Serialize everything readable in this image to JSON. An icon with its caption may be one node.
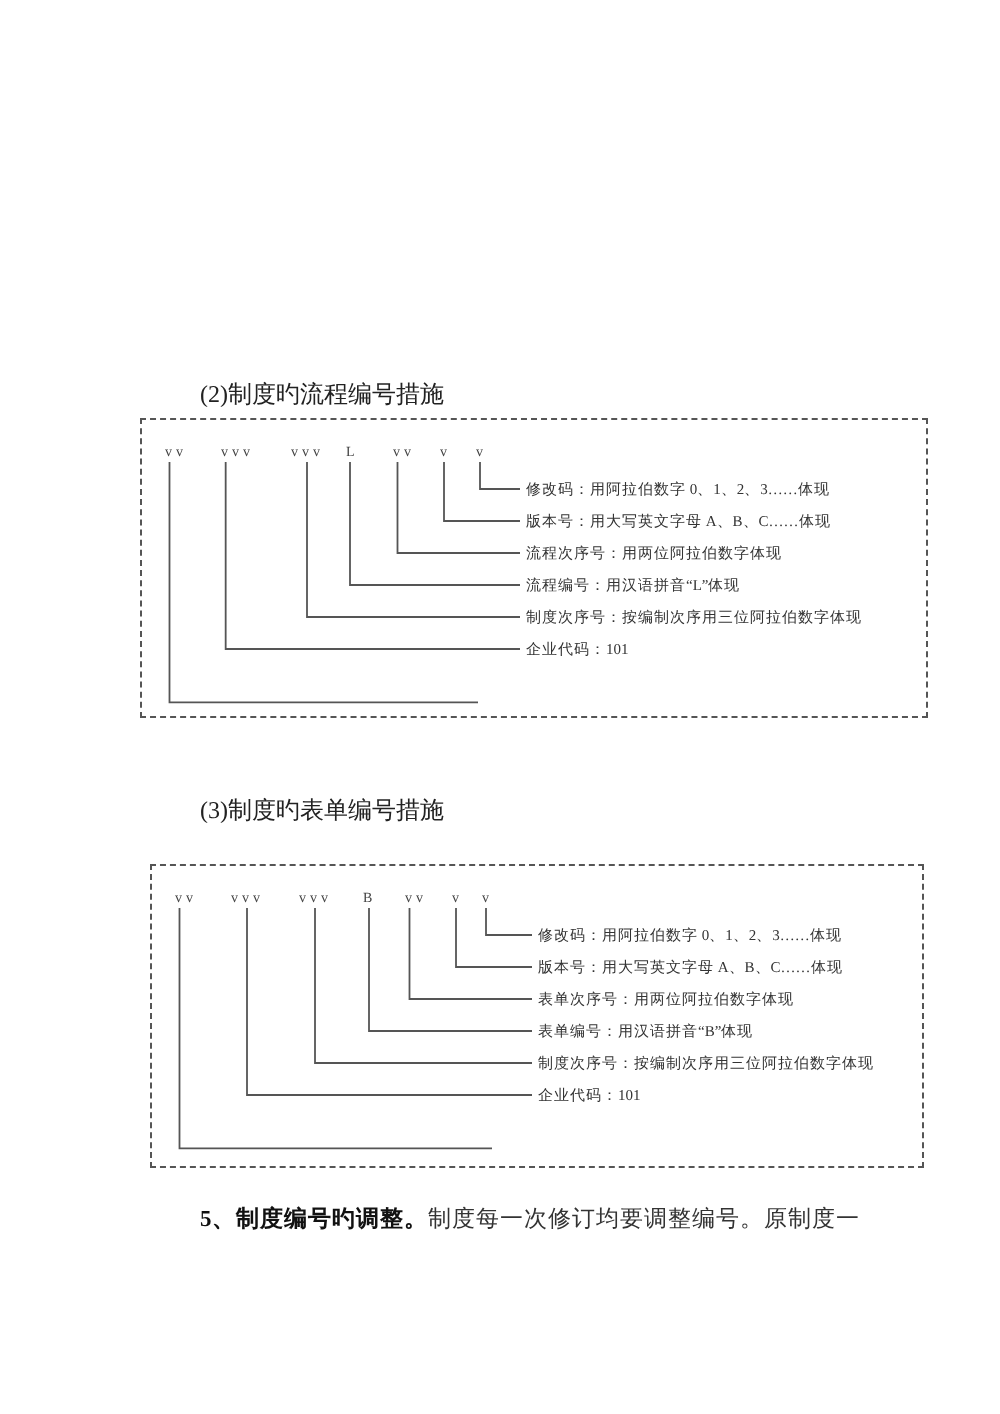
{
  "diagram": {
    "nodes": [
      {
        "text": [
          "(2)制度旳流程编号措施"
        ]
      },
      {
        "text": [
          "vv"
        ],
        "in": 0
      },
      {
        "text": [
          "vvv"
        ],
        "in": 0
      },
      {
        "text": [
          "vvv"
        ],
        "in": 0
      },
      {
        "text": [
          "L"
        ],
        "in": 0
      },
      {
        "text": [
          "vv"
        ],
        "in": 0
      },
      {
        "text": [
          "v"
        ],
        "in": 0
      },
      {
        "text": [
          "v"
        ],
        "in": 0
      },
      {
        "text": [
          "修改码：用阿拉伯数字 0、1、2、3……体现"
        ],
        "in": 0
      },
      {
        "text": [
          "版本号：用大写英文字母 A、B、C……体现"
        ],
        "in": 0
      },
      {
        "text": [
          "流程次序号：用两位阿拉伯数字体现"
        ],
        "in": 0
      },
      {
        "text": [
          "流程编号：用汉语拼音“L”体现"
        ],
        "in": 0
      },
      {
        "text": [
          "制度次序号：按编制次序用三位阿拉伯数字体现"
        ],
        "in": 0
      },
      {
        "text": [
          "企业代码：101"
        ],
        "in": 0
      },
      {
        "text": [
          "(3)制度旳表单编号措施"
        ]
      },
      {
        "text": [
          "vv"
        ],
        "in": 14
      },
      {
        "text": [
          "vvv"
        ],
        "in": 14
      },
      {
        "text": [
          "vvv"
        ],
        "in": 14
      },
      {
        "text": [
          "B"
        ],
        "in": 14
      },
      {
        "text": [
          "vv"
        ],
        "in": 14
      },
      {
        "text": [
          "v"
        ],
        "in": 14
      },
      {
        "text": [
          "v"
        ],
        "in": 14
      },
      {
        "text": [
          "修改码：用阿拉伯数字 0、1、2、3……体现"
        ],
        "in": 14
      },
      {
        "text": [
          "版本号：用大写英文字母 A、B、C……体现"
        ],
        "in": 14
      },
      {
        "text": [
          "表单次序号：用两位阿拉伯数字体现"
        ],
        "in": 14
      },
      {
        "text": [
          "表单编号：用汉语拼音“B”体现"
        ],
        "in": 14
      },
      {
        "text": [
          "制度次序号：按编制次序用三位阿拉伯数字体现"
        ],
        "in": 14
      },
      {
        "text": [
          "企业代码：101"
        ],
        "in": 14
      }
    ],
    "edges": [
      {
        "from": 8,
        "to": 7,
        "arrow": "none"
      },
      {
        "from": 9,
        "to": 6,
        "arrow": "none"
      },
      {
        "from": 10,
        "to": 5,
        "arrow": "none"
      },
      {
        "from": 11,
        "to": 4,
        "arrow": "none"
      },
      {
        "from": 12,
        "to": 3,
        "arrow": "none"
      },
      {
        "from": 13,
        "to": 2,
        "arrow": "none"
      },
      {
        "from": null,
        "to": 1,
        "arrow": "none"
      },
      {
        "from": 22,
        "to": 21,
        "arrow": "none"
      },
      {
        "from": 23,
        "to": 20,
        "arrow": "none"
      },
      {
        "from": 24,
        "to": 19,
        "arrow": "none"
      },
      {
        "from": 25,
        "to": 18,
        "arrow": "none"
      },
      {
        "from": 26,
        "to": 17,
        "arrow": "none"
      },
      {
        "from": 27,
        "to": 16,
        "arrow": "none"
      },
      {
        "from": null,
        "to": 15,
        "arrow": "none"
      }
    ],
    "labels": [
      "**5、制度编号旳调整。**制度每一次修订均要调整编号。原制度一"
    ]
  }
}
